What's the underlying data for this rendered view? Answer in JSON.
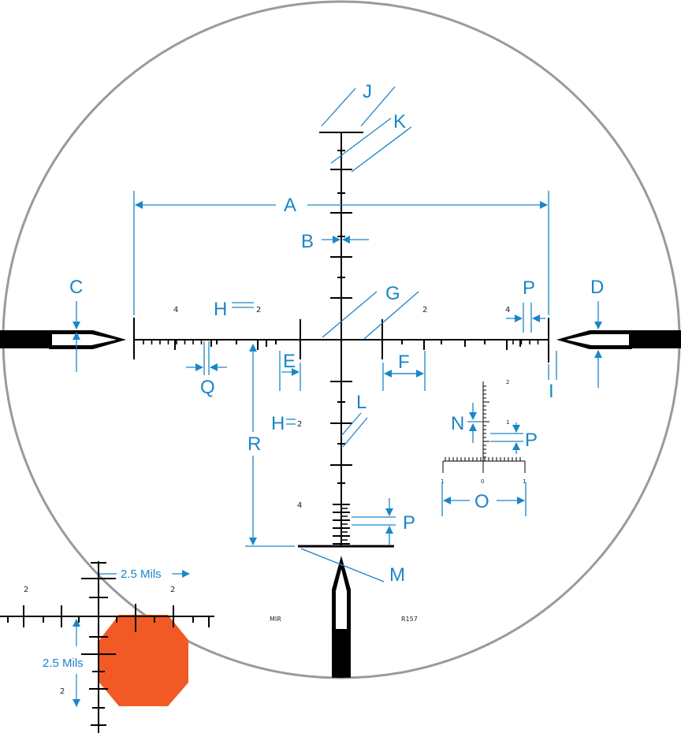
{
  "reticle": {
    "dimension_labels": {
      "A": "A",
      "B": "B",
      "C": "C",
      "D": "D",
      "E": "E",
      "F": "F",
      "G": "G",
      "H_upper": "H",
      "H_lower": "H",
      "I": "I",
      "J": "J",
      "K": "K",
      "L": "L",
      "M": "M",
      "N": "N",
      "O": "O",
      "P_right": "P",
      "P_inset": "P",
      "P_bottom": "P",
      "Q": "Q",
      "R": "R"
    },
    "stadia_numbers": {
      "left_4": "4",
      "h_upper_2": "2",
      "right_2": "2",
      "right_4": "4",
      "h_lower_2": "2",
      "lower_4": "4"
    },
    "inset_scale": {
      "top_2": "2",
      "mid_1": "1",
      "h_left_1": "1",
      "h_zero_0": "0",
      "h_right_1": "1"
    },
    "markings": {
      "left_mark": "MIR",
      "right_mark": "R157"
    }
  },
  "target_example": {
    "horizontal_spacing": "2.5 Mils",
    "vertical_spacing": "2.5 Mils",
    "left_2": "2",
    "right_2": "2",
    "lower_2": "2",
    "target_color": "#f15a24"
  },
  "colors": {
    "annotation": "#1a86c8",
    "reticle": "#000000",
    "scope_circle": "#9a9a9a",
    "background": "#ffffff"
  }
}
